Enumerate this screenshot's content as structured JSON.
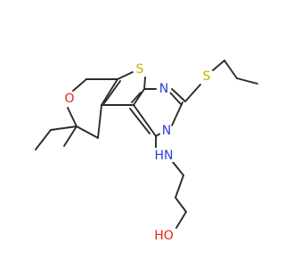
{
  "molecule": {
    "colors": {
      "carbon_bond": "#2b2b2b",
      "sulfur": "#c8b400",
      "nitrogen": "#2a3fd6",
      "oxygen": "#e8201a"
    },
    "atoms": {
      "s_thiophene": "S",
      "s_thioether": "S",
      "n_upper": "N",
      "n_lower": "N",
      "o_pyran": "O",
      "nh_amine": "HN",
      "oh_hydroxyl": "HO"
    }
  }
}
